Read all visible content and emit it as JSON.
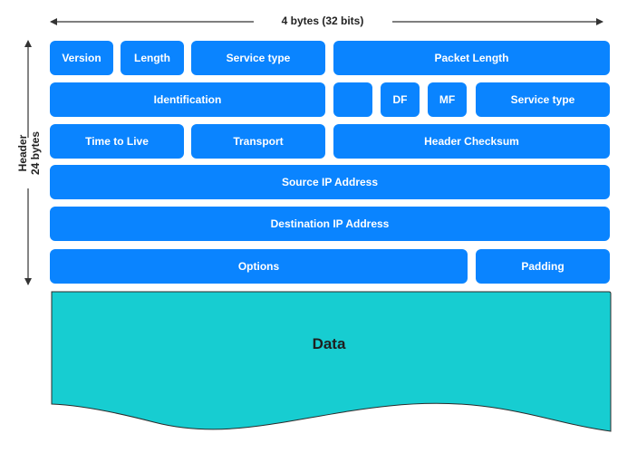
{
  "diagram": {
    "width_label": "4 bytes (32 bits)",
    "header_label_line1": "Header",
    "header_label_line2": "24 bytes",
    "rows": [
      [
        "Version",
        "Length",
        "Service type",
        "Packet Length"
      ],
      [
        "Identification",
        "",
        "DF",
        "MF",
        "Service type"
      ],
      [
        "Time to Live",
        "Transport",
        "Header Checksum"
      ],
      [
        "Source IP Address"
      ],
      [
        "Destination IP Address"
      ],
      [
        "Options",
        "Padding"
      ]
    ],
    "data_label": "Data"
  },
  "colors": {
    "field_fill": "#0a84ff",
    "data_fill": "#17cdd1",
    "text_dark": "#222222",
    "arrow": "#333333"
  }
}
